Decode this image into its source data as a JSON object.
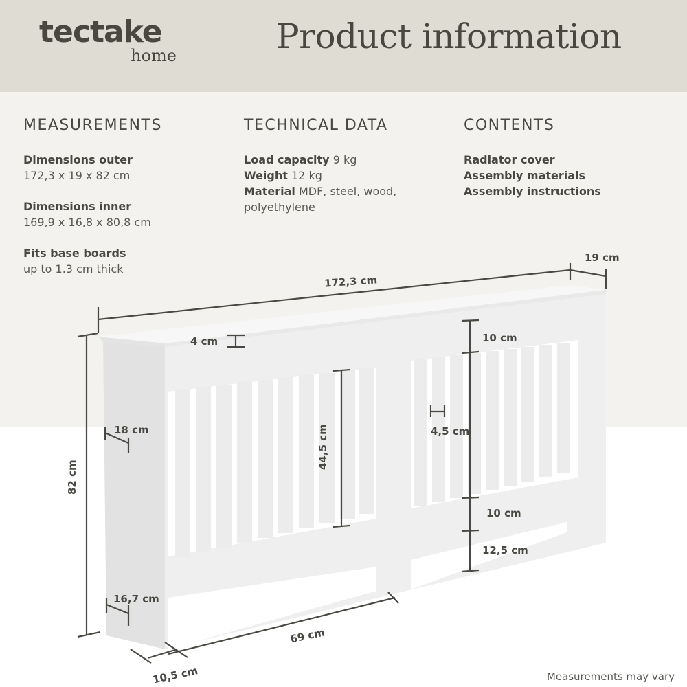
{
  "brand": {
    "name": "tectake",
    "sub": "home"
  },
  "header": {
    "title": "Product information"
  },
  "colors": {
    "header_bg": "#dfdcd4",
    "panel_bg": "#f3f2ee",
    "text": "#4a4842",
    "dimension_line": "#4a4842",
    "product": "#f0f0f0"
  },
  "sections": {
    "measurements": {
      "heading": "MEASUREMENTS",
      "items": [
        {
          "label": "Dimensions outer",
          "value": "172,3 x 19 x 82 cm"
        },
        {
          "label": "Dimensions inner",
          "value": "169,9 x 16,8 x 80,8 cm"
        },
        {
          "label": "Fits base boards",
          "value": "up to 1.3 cm thick"
        }
      ]
    },
    "technical": {
      "heading": "TECHNICAL DATA",
      "items": [
        {
          "label": "Load capacity",
          "value": "9 kg"
        },
        {
          "label": "Weight",
          "value": "12 kg"
        },
        {
          "label": "Material",
          "value": "MDF, steel, wood,",
          "value2": "polyethylene"
        }
      ]
    },
    "contents": {
      "heading": "CONTENTS",
      "items": [
        "Radiator cover",
        "Assembly materials",
        "Assembly instructions"
      ]
    }
  },
  "diagram": {
    "product": "Radiator cover",
    "dimensions": {
      "width": "172,3 cm",
      "depth": "19 cm",
      "height": "82 cm",
      "top_rail": "4 cm",
      "upper_rail": "10 cm",
      "slat_height": "44,5 cm",
      "slat_gap": "4,5 cm",
      "lower_rail": "10 cm",
      "base_gap": "12,5 cm",
      "side_depth_top": "18 cm",
      "side_depth_bottom": "16,7 cm",
      "inner_width": "69 cm",
      "leg_width": "10,5 cm"
    }
  },
  "footnote": "Measurements may vary"
}
